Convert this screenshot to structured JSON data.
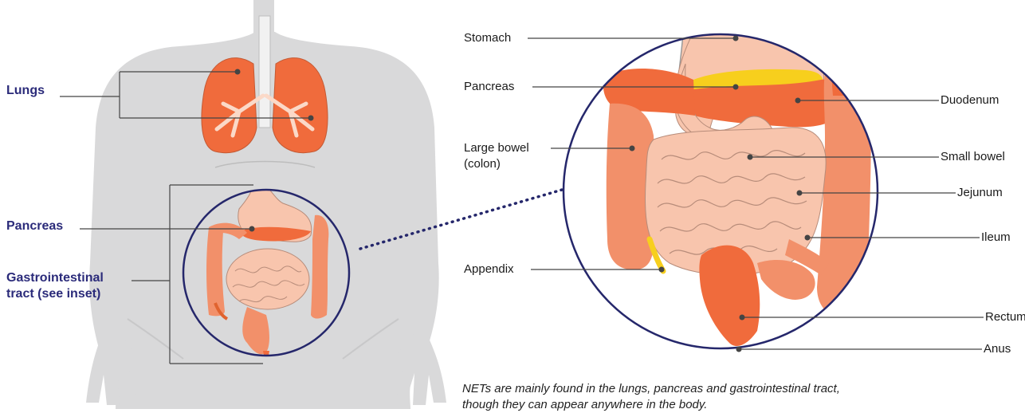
{
  "body_labels": {
    "lungs": "Lungs",
    "pancreas": "Pancreas",
    "gi_line1": "Gastrointestinal",
    "gi_line2": "tract (see inset)"
  },
  "inset_labels": {
    "stomach": "Stomach",
    "pancreas": "Pancreas",
    "large_bowel_line1": "Large bowel",
    "large_bowel_line2": "(colon)",
    "appendix": "Appendix",
    "duodenum": "Duodenum",
    "small_bowel": "Small bowel",
    "jejunum": "Jejunum",
    "ileum": "Ileum",
    "rectum": "Rectum",
    "anus": "Anus"
  },
  "caption_line1": "NETs are mainly found in the lungs, pancreas and gastrointestinal tract,",
  "caption_line2": "though they can appear anywhere in the body.",
  "colors": {
    "silhouette": "#d9d9da",
    "lung": "#f06b3c",
    "organ_light": "#f8c5ad",
    "colon": "#f2906a",
    "pancreas_yellow": "#f7cf1d",
    "outline_navy": "#25276b",
    "leader_line": "#444444"
  }
}
